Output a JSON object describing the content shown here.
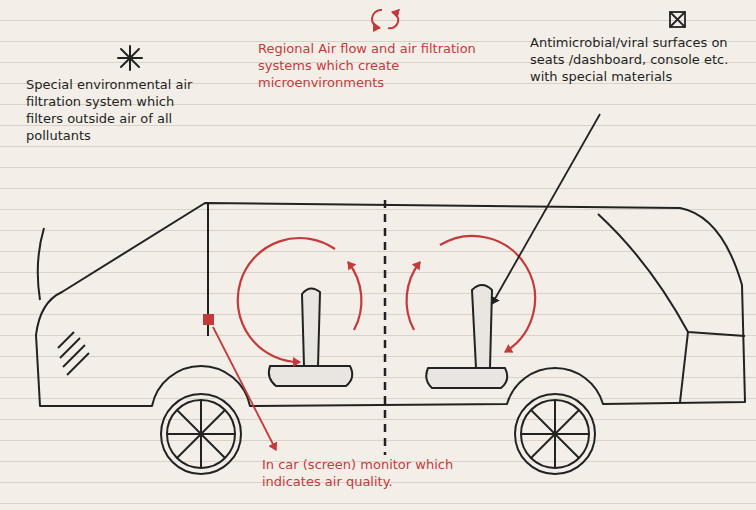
{
  "diagram": {
    "labels": [
      "Special environmental air filtration system which filters outside air of all pollutants",
      "Regional Air flow and air filtration systems which create microenvironments",
      "Antimicrobial/viral surfaces on seats /dashboard, console etc. with special materials",
      "In car (screen) monitor which indicates air quality."
    ]
  }
}
